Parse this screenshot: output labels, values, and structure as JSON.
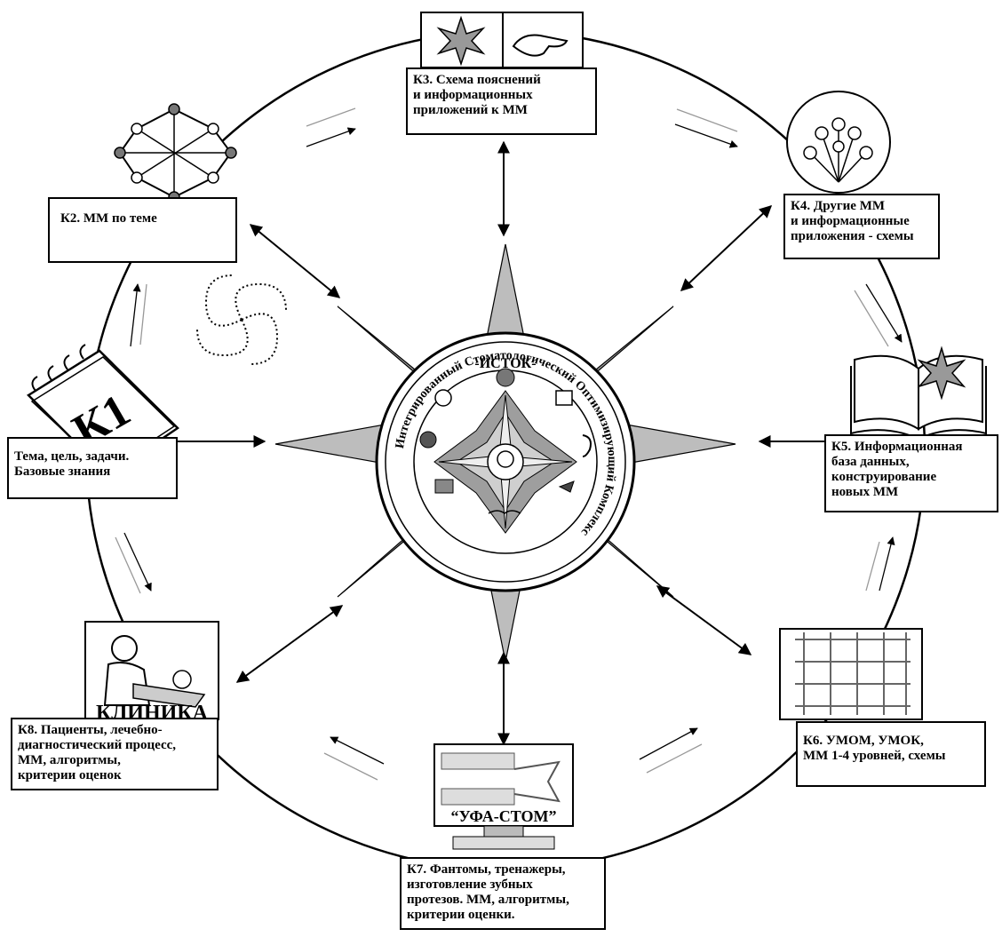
{
  "nodes": {
    "k1": {
      "text": "Тема, цель, задачи.\nБазовые знания",
      "badge": "К1"
    },
    "k2": {
      "text": "К2. ММ по теме"
    },
    "k3": {
      "text": "К3. Схема пояснений\nи информационных\nприложений к ММ"
    },
    "k4": {
      "text": "К4. Другие ММ\nи информационные\nприложения - схемы"
    },
    "k5": {
      "text": "К5. Информационная\nбаза данных,\nконструирование\nновых ММ"
    },
    "k6": {
      "text": "К6. УМОМ, УМОК,\nММ 1-4 уровней, схемы"
    },
    "k7": {
      "text": "К7. Фантомы, тренажеры,\nизготовление зубных\nпротезов. ММ, алгоритмы,\nкритерии оценки.",
      "badge": "“УФА-СТОМ”"
    },
    "k8": {
      "text": "К8. Пациенты, лечебно-\nдиагностический процесс,\nММ, алгоритмы,\nкритерии оценок",
      "badge": "КЛИНИКА"
    }
  },
  "center": {
    "title": "-ИСТОК-",
    "ring_text": "Интегрированный Стоматологический Оптимизирующий Комплекс"
  },
  "colors": {
    "line": "#000000",
    "star_fill": "#b5b5b5",
    "star_light": "#e8e8e8",
    "background": "#ffffff"
  }
}
